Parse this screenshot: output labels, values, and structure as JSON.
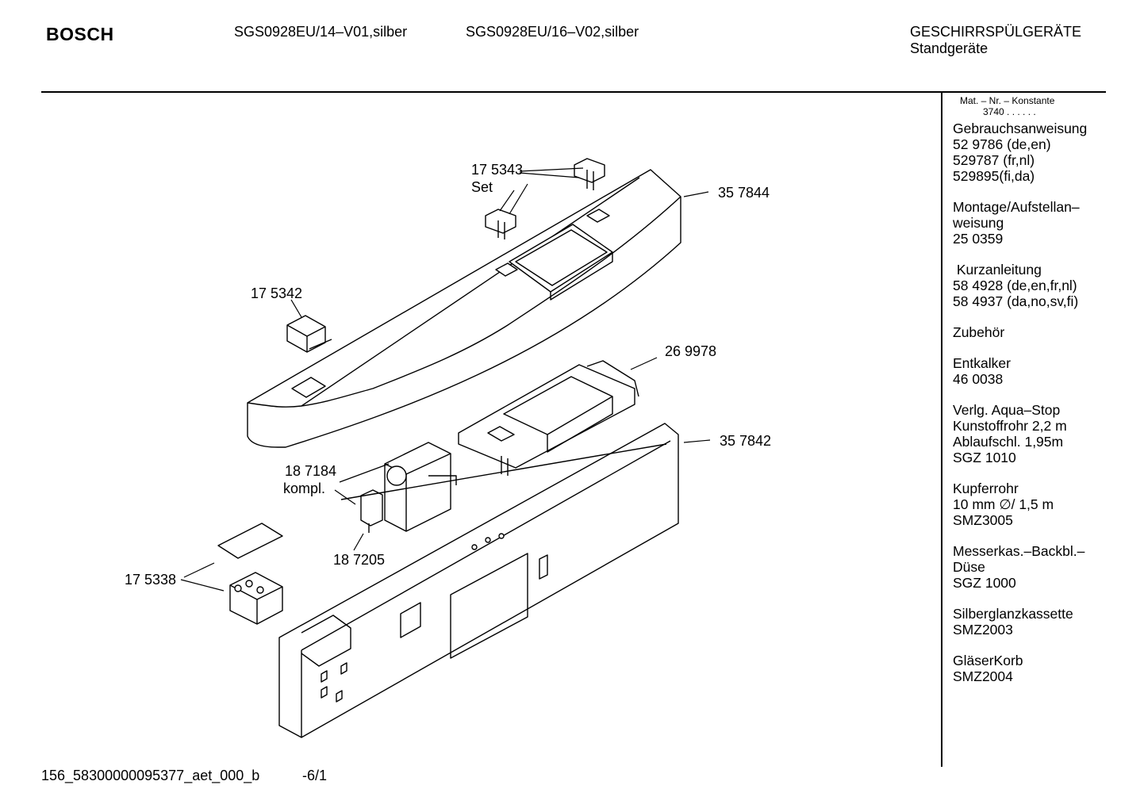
{
  "header": {
    "brand": "BOSCH",
    "models": [
      "SGS0928EU/14–V01,silber",
      "SGS0928EU/16–V02,silber"
    ],
    "category": "GESCHIRRSPÜLGERÄTE",
    "subcategory": "Standgeräte"
  },
  "sidebar": {
    "mat_label": "Mat. – Nr. – Konstante",
    "mat_value": "3740 . . . . . .",
    "groups": [
      {
        "lines": [
          "Gebrauchsanweisung",
          "52 9786 (de,en)",
          "529787 (fr,nl)",
          "529895(fi,da)"
        ]
      },
      {
        "lines": [
          "Montage/Aufstellan–",
          "weisung",
          "25 0359"
        ]
      },
      {
        "lines": [
          " Kurzanleitung",
          "58 4928 (de,en,fr,nl)",
          "58 4937 (da,no,sv,fi)"
        ]
      },
      {
        "lines": [
          "Zubehör"
        ]
      },
      {
        "lines": [
          "Entkalker",
          "46 0038"
        ]
      },
      {
        "lines": [
          "Verlg. Aqua–Stop",
          "Kunstoffrohr 2,2 m",
          "Ablaufschl. 1,95m",
          "SGZ 1010"
        ]
      },
      {
        "lines": [
          "Kupferrohr",
          "10 mm ∅/ 1,5 m",
          "SMZ3005"
        ]
      },
      {
        "lines": [
          "Messerkas.–Backbl.–",
          "Düse",
          "SGZ 1000"
        ]
      },
      {
        "lines": [
          "Silberglanzkassette",
          "SMZ2003"
        ]
      },
      {
        "lines": [
          "GläserKorb",
          "SMZ2004"
        ]
      }
    ]
  },
  "diagram": {
    "parts": [
      {
        "id": "p175343",
        "lines": [
          "17 5343",
          "Set"
        ]
      },
      {
        "id": "p357844",
        "lines": [
          "35 7844"
        ]
      },
      {
        "id": "p175342",
        "lines": [
          "17 5342"
        ]
      },
      {
        "id": "p269978",
        "lines": [
          "26 9978"
        ]
      },
      {
        "id": "p357842",
        "lines": [
          "35 7842"
        ]
      },
      {
        "id": "p187184",
        "lines": [
          "18 7184",
          "kompl."
        ]
      },
      {
        "id": "p187205",
        "lines": [
          "18 7205"
        ]
      },
      {
        "id": "p175338",
        "lines": [
          "17 5338"
        ]
      }
    ]
  },
  "footer": {
    "doc_id": "156_58300000095377_aet_000_b",
    "page": "-6/1"
  }
}
